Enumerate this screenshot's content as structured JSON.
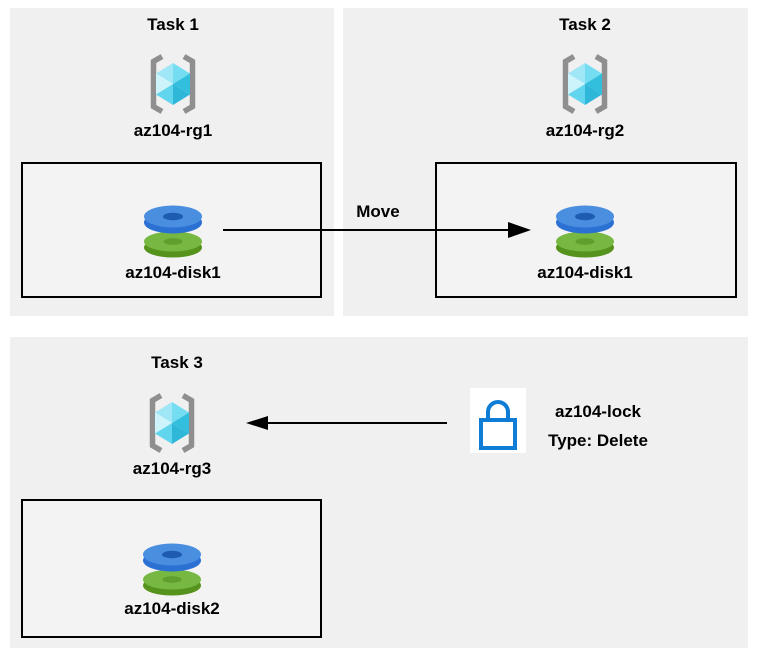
{
  "diagram": {
    "tasks": [
      {
        "title": "Task 1",
        "resource_group": "az104-rg1",
        "disk": "az104-disk1"
      },
      {
        "title": "Task 2",
        "resource_group": "az104-rg2",
        "disk": "az104-disk1"
      },
      {
        "title": "Task 3",
        "resource_group": "az104-rg3",
        "disk": "az104-disk2"
      }
    ],
    "move_arrow": {
      "label": "Move",
      "direction": "right"
    },
    "lock_arrow": {
      "direction": "left"
    },
    "lock": {
      "name": "az104-lock",
      "type": "Type: Delete"
    },
    "icons": {
      "resource_group": "azure-resource-group-icon",
      "managed_disk": "azure-disk-icon",
      "lock": "azure-lock-icon"
    },
    "colors": {
      "panel_bg": "#f0f0f0",
      "box_bg": "#f3f3f3",
      "box_border": "#000000",
      "arrow": "#000000",
      "text": "#000000",
      "bracket_gray": "#8f8f8f",
      "cube_cyan_light": "#cdf4fb",
      "cube_cyan": "#74ddf2",
      "cube_cyan_dark": "#32bedd",
      "disk_blue": "#4a8ee0",
      "disk_blue_dark": "#2b70d3",
      "disk_blue_hole": "#1e5cb2",
      "disk_green": "#76b841",
      "disk_green_dark": "#55931d",
      "disk_green_hole": "#609f2e",
      "lock_blue": "#0f7cd6"
    }
  }
}
